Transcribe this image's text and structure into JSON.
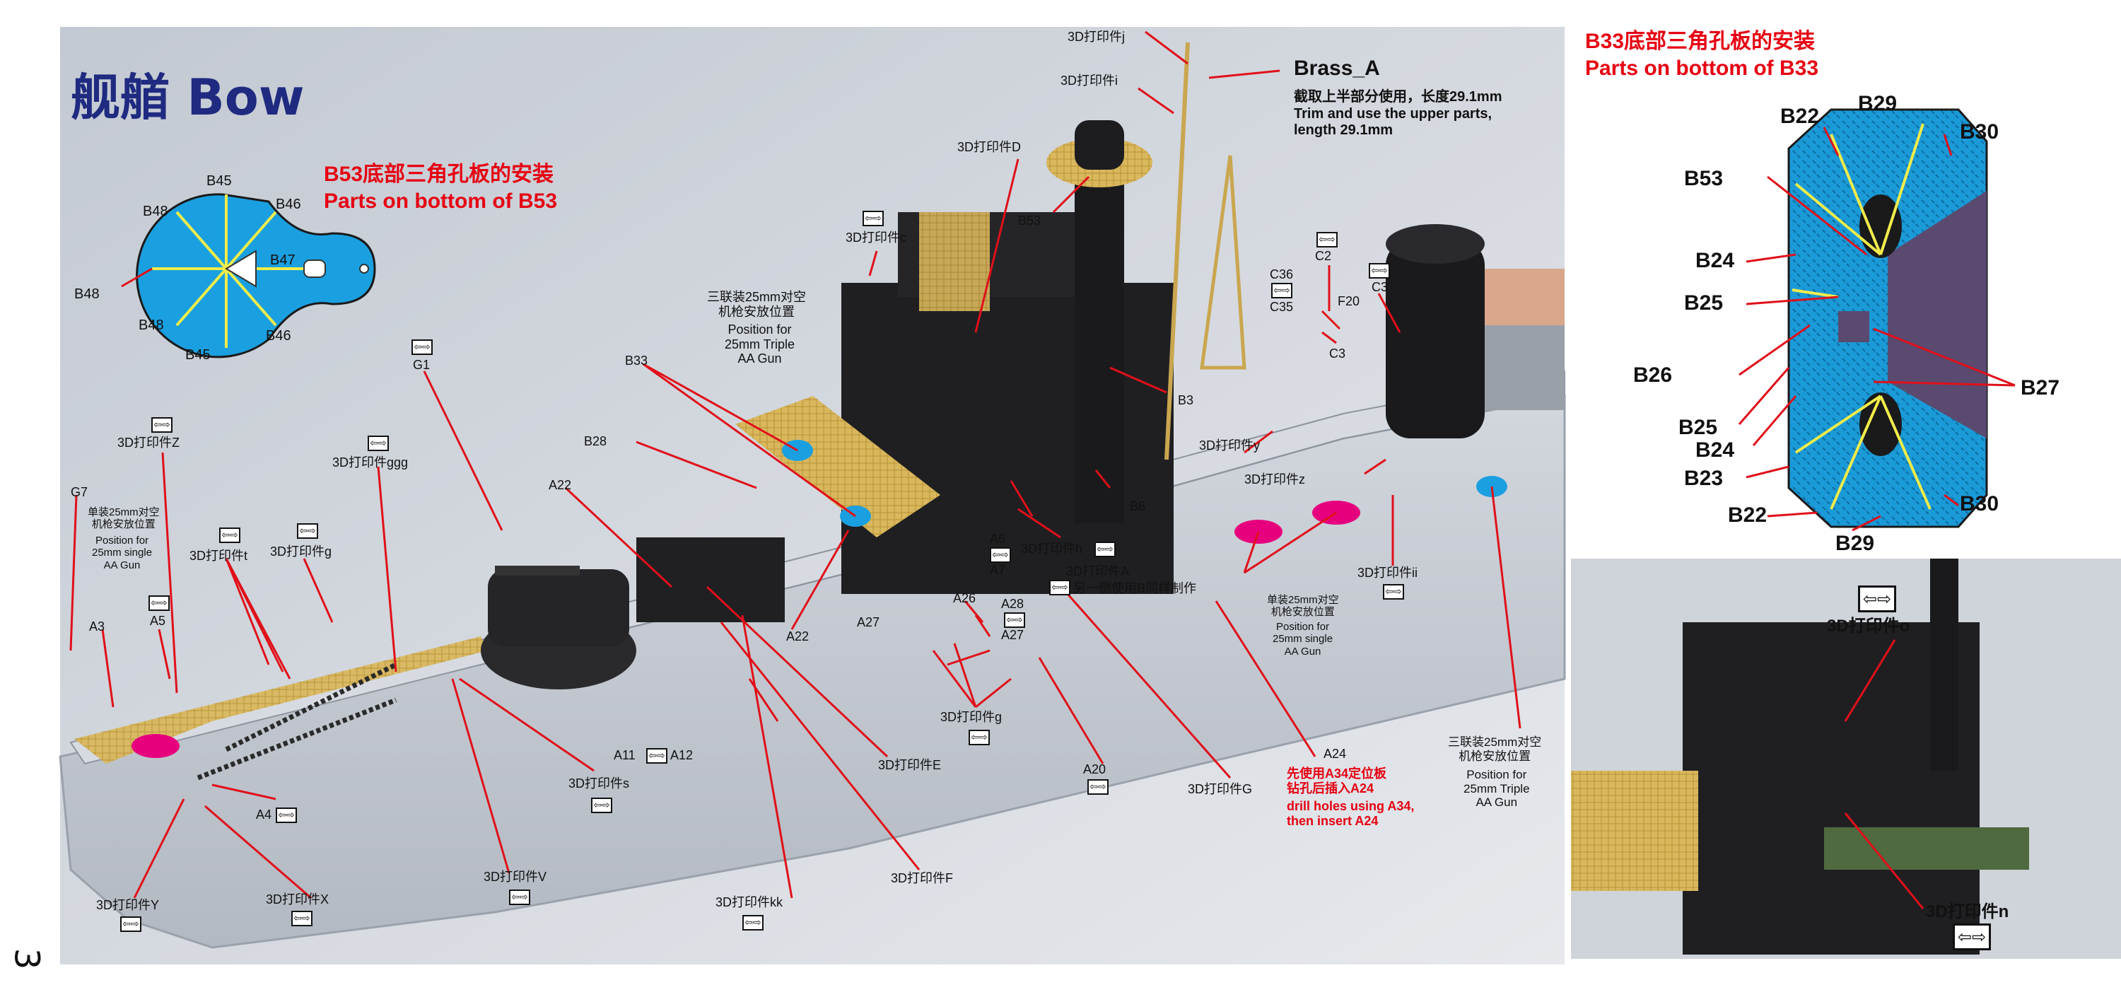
{
  "title": "舰艏 Bow",
  "page_number": "3",
  "colors": {
    "title": "#1f2a80",
    "red": "#e60012",
    "callout_line": "#e0101a",
    "pe_blue": "#1aa0e0",
    "sea_bg": "#b9c2cf",
    "hull": "#c9ced6",
    "brass": "#d8b45a",
    "black": "#1c1c1e"
  },
  "b53_section": {
    "title_cn": "B53底部三角孔板的安装",
    "title_en": "Parts on bottom of B53",
    "labels": [
      "B45",
      "B48",
      "B46",
      "B47",
      "B48",
      "B48",
      "B46",
      "B45"
    ]
  },
  "b33_section": {
    "title_cn": "B33底部三角孔板的安装",
    "title_en": "Parts on bottom of B33",
    "labels": [
      "B22",
      "B29",
      "B30",
      "B53",
      "B24",
      "B25",
      "B26",
      "B27",
      "B25",
      "B24",
      "B23",
      "B22",
      "B30",
      "B29"
    ]
  },
  "brass": {
    "name": "Brass_A",
    "note_cn": "截取上半部分使用，长度29.1mm",
    "note_en": "Trim and use the upper parts,\nlength 29.1mm"
  },
  "callouts": {
    "j": "3D打印件j",
    "i": "3D打印件i",
    "D": "3D打印件D",
    "c": "3D打印件c",
    "B53": "B53",
    "C2": "C2",
    "C36": "C36",
    "C35": "C35",
    "F20": "F20",
    "C3a": "C3",
    "C3b": "C3",
    "triple_cn": "三联装25mm对空\n机枪安放位置",
    "triple_en": "Position for\n25mm Triple\nAA Gun",
    "B33": "B33",
    "G1": "G1",
    "B3": "B3",
    "y": "3D打印件y",
    "z": "3D打印件z",
    "Z": "3D打印件Z",
    "ggg": "3D打印件ggg",
    "B28": "B28",
    "A22a": "A22",
    "B6": "B6",
    "G7": "G7",
    "single_cn": "单装25mm对空\n机枪安放位置",
    "single_en": "Position for\n25mm single\nAA Gun",
    "t": "3D打印件t",
    "g": "3D打印件g",
    "A6": "A6",
    "A7": "A7",
    "h": "3D打印件h",
    "A": "3D打印件A",
    "A_note": "另一侧使用B同样制作",
    "ii": "3D打印件ii",
    "A5": "A5",
    "A3": "A3",
    "A26": "A26",
    "A28": "A28",
    "A27a": "A27",
    "A27b": "A27",
    "single2_cn": "单装25mm对空\n机枪安放位置",
    "single2_en": "Position for\n25mm single\nAA Gun",
    "A22b": "A22",
    "g2": "3D打印件g",
    "A11": "A11",
    "A12": "A12",
    "E": "3D打印件E",
    "A24": "A24",
    "A24_cn": "先使用A34定位板\n钻孔后插入A24",
    "A24_en": "drill holes using A34,\nthen insert A24",
    "triple2_cn": "三联装25mm对空\n机枪安放位置",
    "triple2_en": "Position for\n25mm Triple\nAA Gun",
    "s": "3D打印件s",
    "A20": "A20",
    "G": "3D打印件G",
    "A4": "A4",
    "V": "3D打印件V",
    "F": "3D打印件F",
    "Y": "3D打印件Y",
    "X": "3D打印件X",
    "kk": "3D打印件kk",
    "o": "3D打印件o",
    "n": "3D打印件n"
  },
  "icons": {
    "arrow": "⇦⇨"
  }
}
